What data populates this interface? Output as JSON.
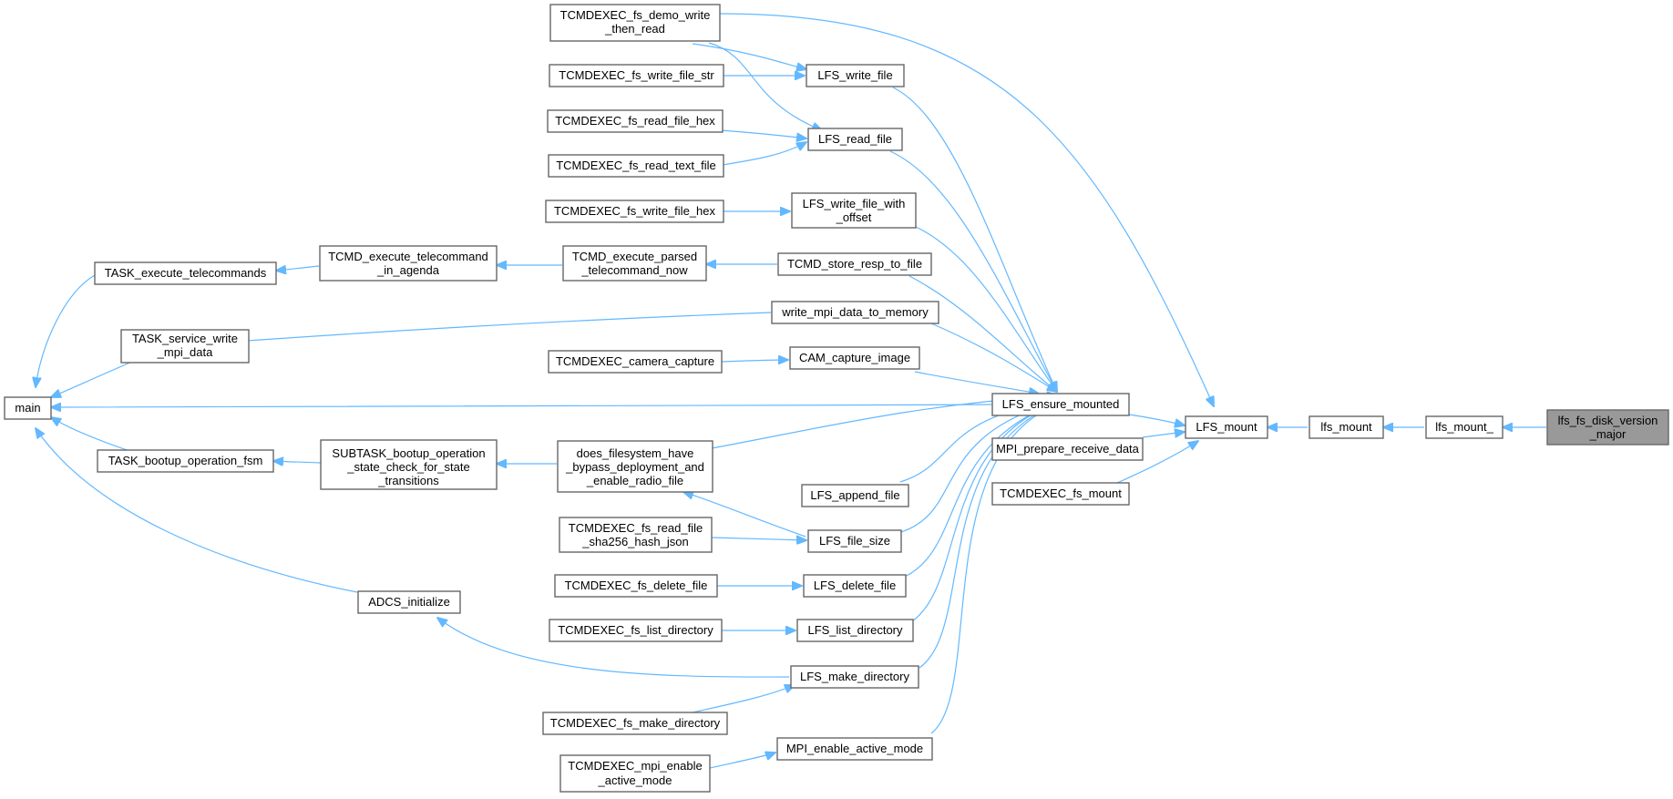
{
  "colors": {
    "edge": "#63b8ff",
    "node_border": "#666666",
    "node_fill": "#ffffff",
    "target_fill": "#999999"
  },
  "nodes": {
    "main": [
      "main"
    ],
    "task_exec": [
      "TASK_execute_telecommands"
    ],
    "task_mpi": [
      "TASK_service_write",
      "_mpi_data"
    ],
    "task_boot": [
      "TASK_bootup_operation_fsm"
    ],
    "adcs_init": [
      "ADCS_initialize"
    ],
    "tcmd_agenda": [
      "TCMD_execute_telecommand",
      "_in_agenda"
    ],
    "subtask_boot": [
      "SUBTASK_bootup_operation",
      "_state_check_for_state",
      "_transitions"
    ],
    "tcmdexec_demo": [
      "TCMDEXEC_fs_demo_write",
      "_then_read"
    ],
    "tcmdexec_write_str": [
      "TCMDEXEC_fs_write_file_str"
    ],
    "tcmdexec_read_hex": [
      "TCMDEXEC_fs_read_file_hex"
    ],
    "tcmdexec_read_text": [
      "TCMDEXEC_fs_read_text_file"
    ],
    "tcmdexec_write_hex": [
      "TCMDEXEC_fs_write_file_hex"
    ],
    "tcmd_parsed": [
      "TCMD_execute_parsed",
      "_telecommand_now"
    ],
    "tcmdexec_camera": [
      "TCMDEXEC_camera_capture"
    ],
    "does_fs": [
      "does_filesystem_have",
      "_bypass_deployment_and",
      "_enable_radio_file"
    ],
    "tcmdexec_sha256": [
      "TCMDEXEC_fs_read_file",
      "_sha256_hash_json"
    ],
    "tcmdexec_delete": [
      "TCMDEXEC_fs_delete_file"
    ],
    "tcmdexec_listdir": [
      "TCMDEXEC_fs_list_directory"
    ],
    "tcmdexec_mkdir": [
      "TCMDEXEC_fs_make_directory"
    ],
    "tcmdexec_mpi_enable": [
      "TCMDEXEC_mpi_enable",
      "_active_mode"
    ],
    "lfs_write_file": [
      "LFS_write_file"
    ],
    "lfs_read_file": [
      "LFS_read_file"
    ],
    "lfs_write_offset": [
      "LFS_write_file_with",
      "_offset"
    ],
    "tcmd_store": [
      "TCMD_store_resp_to_file"
    ],
    "write_mpi": [
      "write_mpi_data_to_memory"
    ],
    "cam_capture": [
      "CAM_capture_image"
    ],
    "lfs_append": [
      "LFS_append_file"
    ],
    "lfs_file_size": [
      "LFS_file_size"
    ],
    "lfs_delete": [
      "LFS_delete_file"
    ],
    "lfs_list_dir": [
      "LFS_list_directory"
    ],
    "lfs_make_dir": [
      "LFS_make_directory"
    ],
    "mpi_enable": [
      "MPI_enable_active_mode"
    ],
    "lfs_ensure": [
      "LFS_ensure_mounted"
    ],
    "mpi_prepare": [
      "MPI_prepare_receive_data"
    ],
    "tcmdexec_mount": [
      "TCMDEXEC_fs_mount"
    ],
    "lfs_mount": [
      "LFS_mount"
    ],
    "lfs_mount_lc": [
      "lfs_mount"
    ],
    "lfs_mount_u": [
      "lfs_mount_"
    ],
    "lfs_fs_disk": [
      "lfs_fs_disk_version",
      "_major"
    ]
  }
}
